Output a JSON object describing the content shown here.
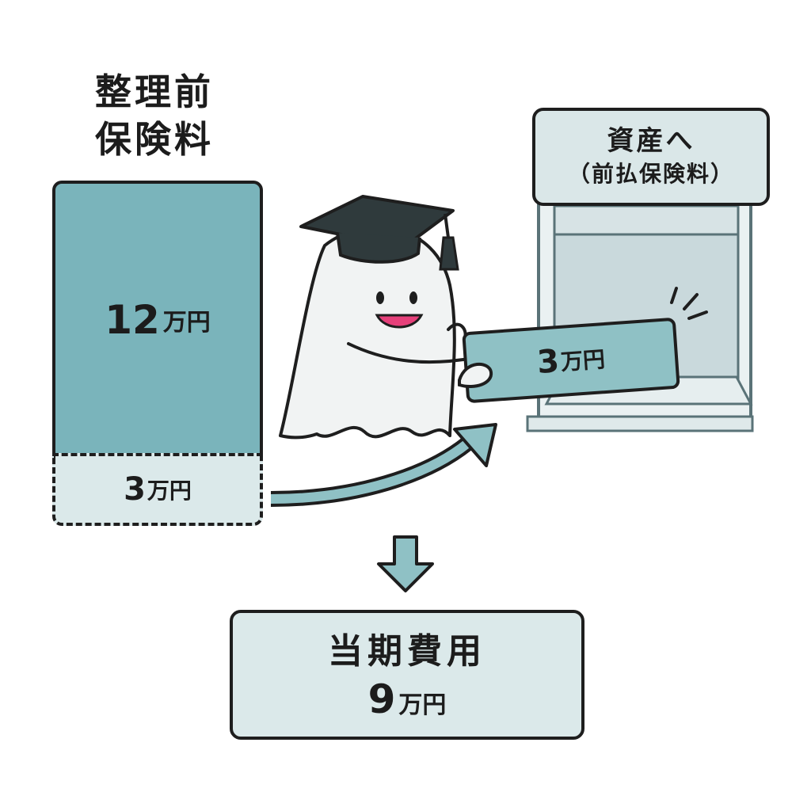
{
  "before": {
    "heading_line1": "整理前",
    "heading_line2": "保険料",
    "amount_num": "12",
    "amount_unit": "万円"
  },
  "prepaid": {
    "amount_num": "3",
    "amount_unit": "万円"
  },
  "asset": {
    "line1": "資産へ",
    "line2": "（前払保険料）"
  },
  "ticket": {
    "amount_num": "3",
    "amount_unit": "万円"
  },
  "result": {
    "title": "当期費用",
    "amount_num": "9",
    "amount_unit": "万円"
  },
  "colors": {
    "teal": "#7ab4bb",
    "light_teal": "#dbe9ea",
    "outline": "#1e1e1e",
    "cheek": "#e6407a"
  },
  "icons": [
    "graduation-cap-icon",
    "ghost-mascot",
    "curved-arrow-icon",
    "down-arrow-icon",
    "motion-lines-icon"
  ]
}
